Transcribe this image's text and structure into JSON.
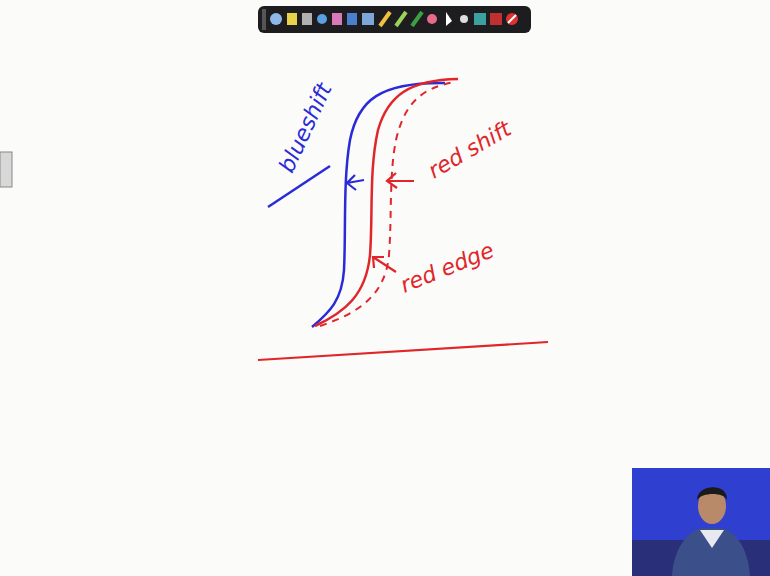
{
  "diagram": {
    "labels": [
      "blueshift",
      "red shift",
      "red edge"
    ]
  }
}
